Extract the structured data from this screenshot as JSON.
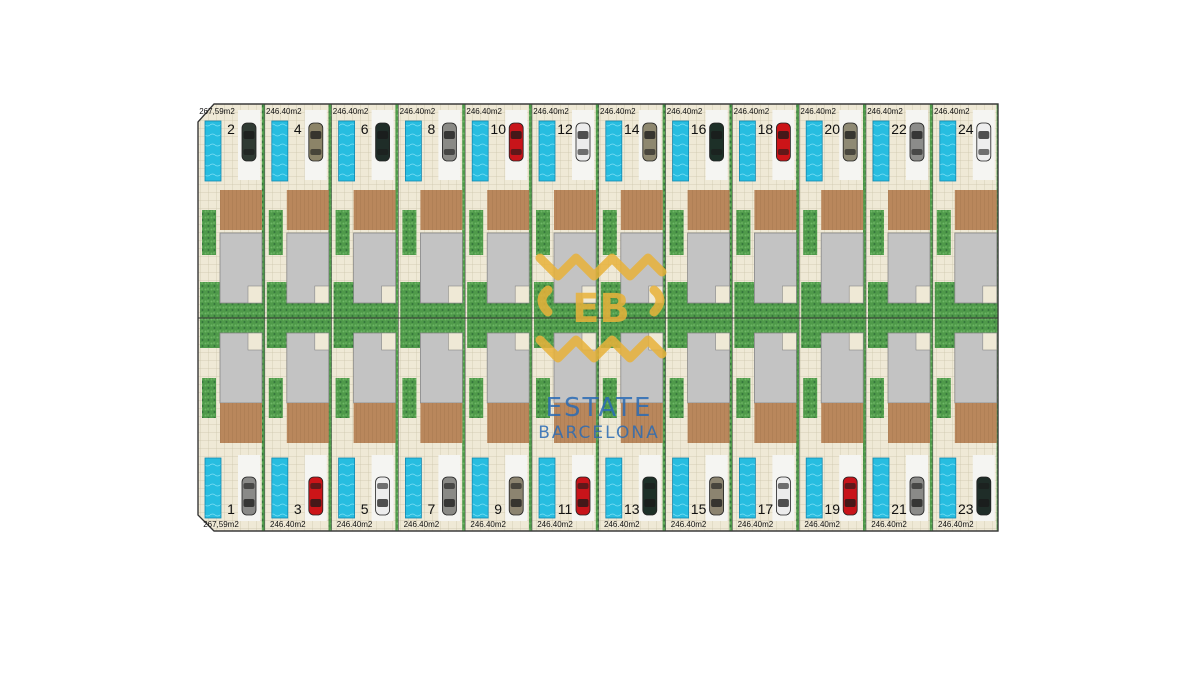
{
  "site_plan": {
    "top_row": [
      {
        "number": "2",
        "area": "267,59m2",
        "car": "#2f3a33"
      },
      {
        "number": "4",
        "area": "246.40m2",
        "car": "#8c8468"
      },
      {
        "number": "6",
        "area": "246.40m2",
        "car": "#1f2d28"
      },
      {
        "number": "8",
        "area": "246.40m2",
        "car": "#8a8a86"
      },
      {
        "number": "10",
        "area": "246.40m2",
        "car": "#c8141a"
      },
      {
        "number": "12",
        "area": "246.40m2",
        "car": "#ececec"
      },
      {
        "number": "14",
        "area": "246.40m2",
        "car": "#8e8870"
      },
      {
        "number": "16",
        "area": "246.40m2",
        "car": "#1d3028"
      },
      {
        "number": "18",
        "area": "246.40m2",
        "car": "#cc1418"
      },
      {
        "number": "20",
        "area": "246.40m2",
        "car": "#8f8a74"
      },
      {
        "number": "22",
        "area": "246.40m2",
        "car": "#8c8c8a"
      },
      {
        "number": "24",
        "area": "246.40m2",
        "car": "#eeeeee"
      }
    ],
    "bottom_row": [
      {
        "number": "1",
        "area": "267,59m2",
        "car": "#8a8a88"
      },
      {
        "number": "3",
        "area": "246.40m2",
        "car": "#cc1418"
      },
      {
        "number": "5",
        "area": "246.40m2",
        "car": "#ededed"
      },
      {
        "number": "7",
        "area": "246.40m2",
        "car": "#8a8a86"
      },
      {
        "number": "9",
        "area": "246.40m2",
        "car": "#8c8470"
      },
      {
        "number": "11",
        "area": "246.40m2",
        "car": "#c8141a"
      },
      {
        "number": "13",
        "area": "246.40m2",
        "car": "#1d3028"
      },
      {
        "number": "15",
        "area": "246.40m2",
        "car": "#8c8470"
      },
      {
        "number": "17",
        "area": "246.40m2",
        "car": "#ececec"
      },
      {
        "number": "19",
        "area": "246.40m2",
        "car": "#c8141a"
      },
      {
        "number": "21",
        "area": "246.40m2",
        "car": "#8a8a88"
      },
      {
        "number": "23",
        "area": "246.40m2",
        "car": "#1f2d28"
      }
    ]
  },
  "watermark": {
    "logo_letters": "EB",
    "line1": "ESTATE",
    "line2": "BARCELONA",
    "gold": "#e8b23a",
    "blue": "#2a6bb5"
  },
  "colors": {
    "pool": "#27bde0",
    "pool_edge": "#1588b0",
    "grass": "#4f9a4a",
    "grass_dark": "#2f6a2e",
    "paving": "#efe9d6",
    "paving_grid": "#c9c2a8",
    "roof": "#c3c3c3",
    "deck": "#b9875c",
    "driveway": "#f5f5f2"
  }
}
